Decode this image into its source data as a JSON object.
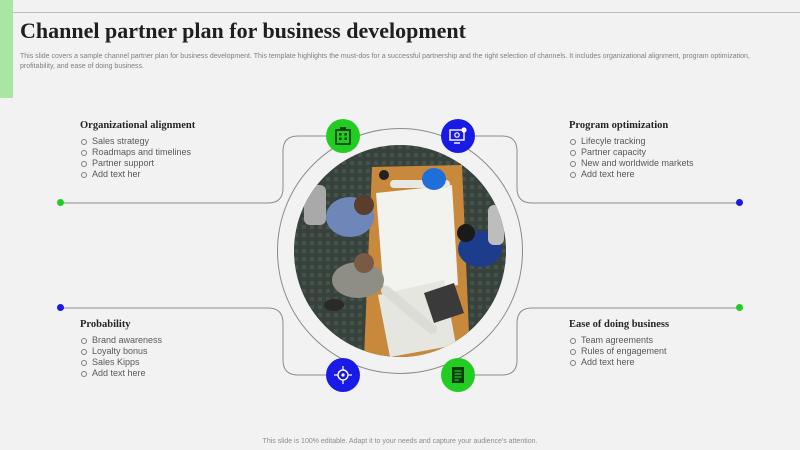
{
  "title": "Channel partner plan for business development",
  "subtitle": "This slide covers a sample channel partner plan for business development. This template highlights the must-dos for a successful partnership and the right selection of channels. It includes organizational alignment, program optimization, profitability, and ease of doing business.",
  "sections": {
    "org": {
      "heading": "Organizational alignment",
      "items": [
        "Sales strategy",
        "Roadmaps and timelines",
        "Partner support",
        "Add text her"
      ]
    },
    "program": {
      "heading": "Program optimization",
      "items": [
        "Lifecyle tracking",
        "Partner capacity",
        "New and worldwide markets",
        "Add text here"
      ]
    },
    "prob": {
      "heading": "Probability",
      "items": [
        "Brand awareness",
        "Loyalty bonus",
        "Sales Kipps",
        "Add text here"
      ]
    },
    "ease": {
      "heading": "Ease of doing business",
      "items": [
        "Team agreements",
        "Rules of engagement",
        "Add text here"
      ]
    }
  },
  "icons": {
    "top_left": "office-building-icon",
    "top_right": "monitor-settings-icon",
    "bottom_left": "target-network-icon",
    "bottom_right": "clipboard-list-icon"
  },
  "colors": {
    "green": "#22cc22",
    "blue": "#1a1ae6",
    "accent": "#a8e6a1"
  },
  "footer": "This slide is 100% editable. Adapt it to your needs and capture your audience's attention."
}
